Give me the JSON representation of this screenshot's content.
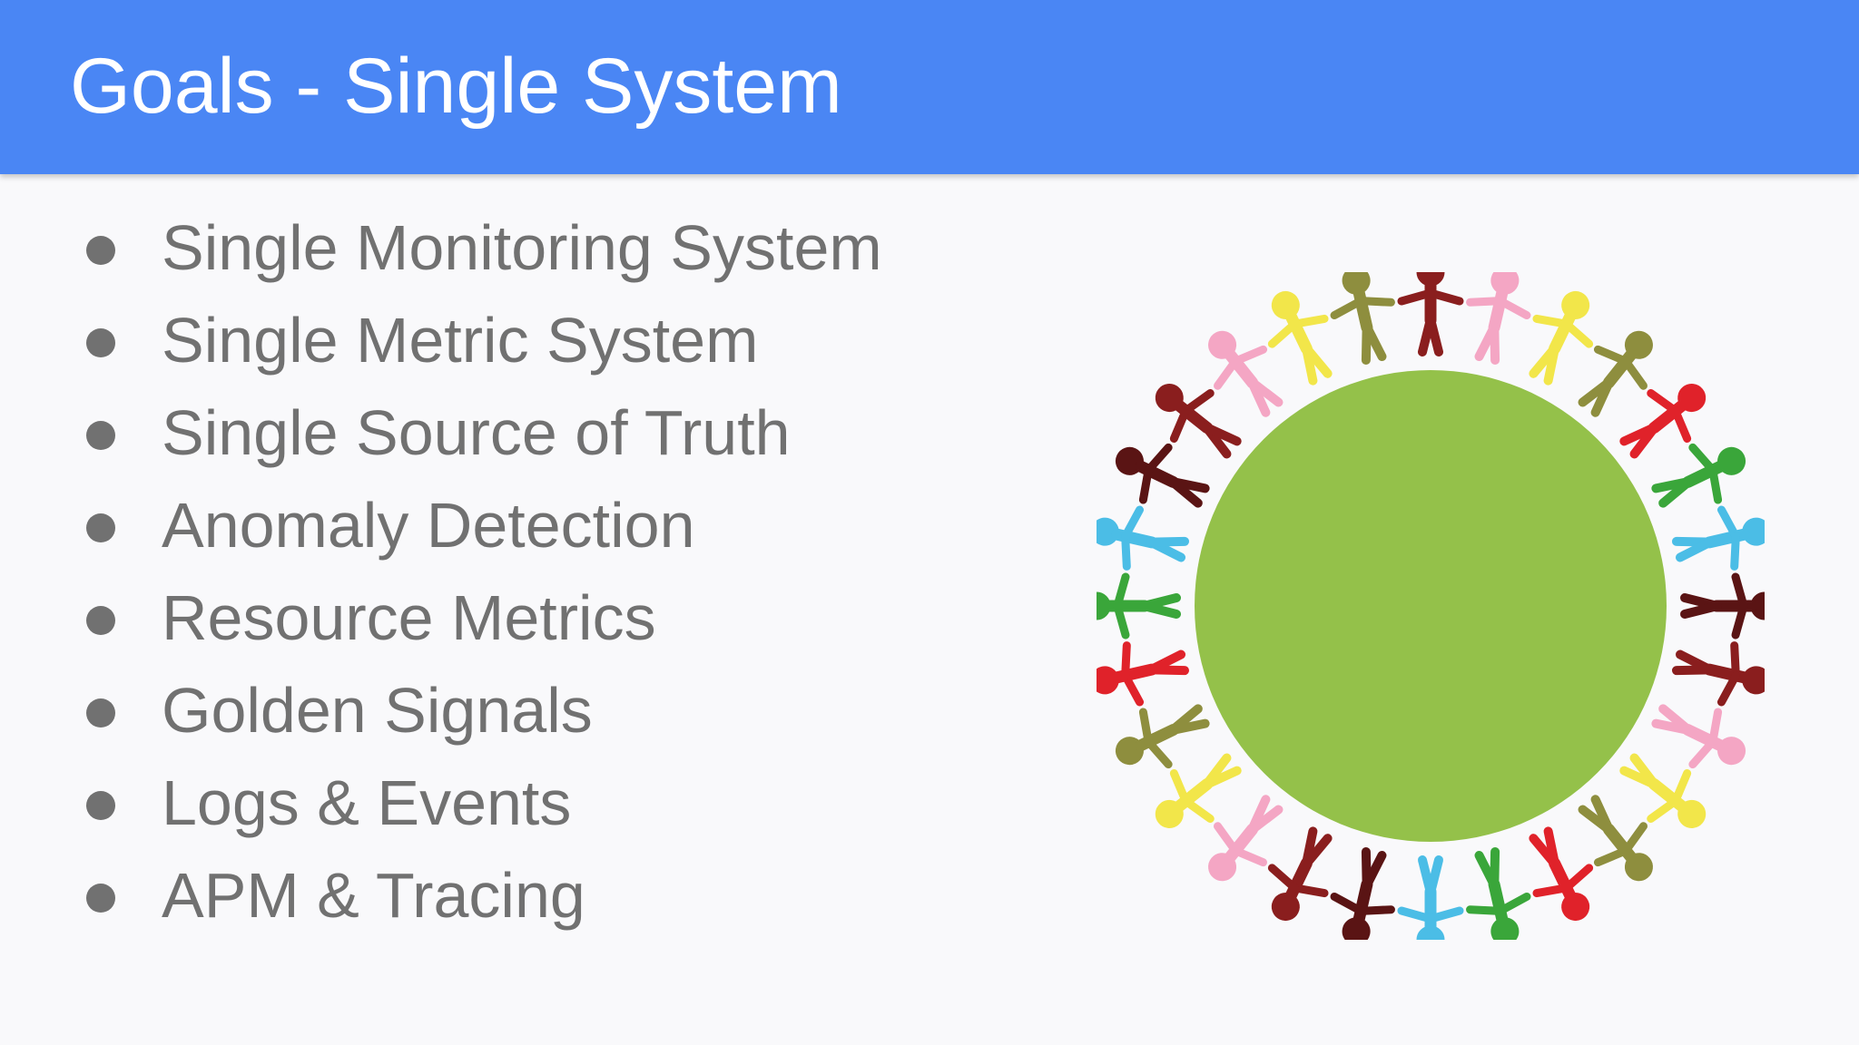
{
  "slide": {
    "title": "Goals - Single System",
    "bullets": [
      "Single Monitoring System",
      "Single Metric System",
      "Single Source of Truth",
      "Anomaly Detection",
      "Resource Metrics",
      "Golden Signals",
      "Logs & Events",
      "APM & Tracing"
    ]
  },
  "colors": {
    "header": "#4a86f4",
    "title_text": "#ffffff",
    "body_text": "#717171",
    "background": "#f9f9fb",
    "globe": "#94c14a"
  },
  "illustration": {
    "icon": "people-around-globe-icon",
    "figure_colors": [
      "#8a1e1e",
      "#f4a6c4",
      "#f2e64a",
      "#8e8e3e",
      "#e0222a",
      "#3aa63a",
      "#4bbde6",
      "#5a1414"
    ]
  }
}
